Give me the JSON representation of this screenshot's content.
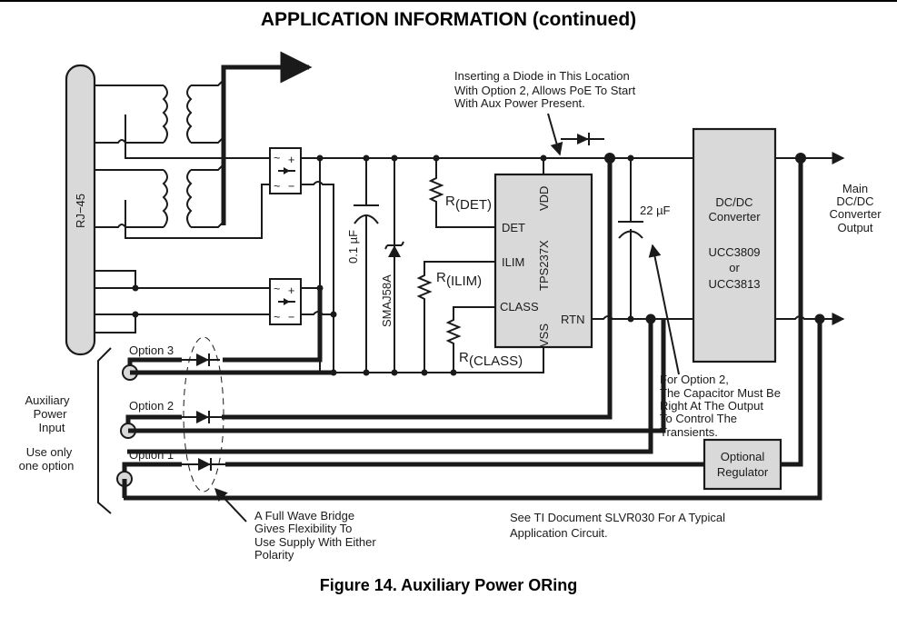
{
  "page": {
    "header": "APPLICATION INFORMATION (continued)",
    "caption": "Figure 14. Auxiliary Power ORing"
  },
  "diagram": {
    "connector": "RJ−45",
    "bridge_symbols": {
      "ac": "~",
      "plus": "+",
      "minus": "−"
    },
    "components": {
      "cap_input": "0.1 µF",
      "tvs": "SMAJ58A",
      "r_det": {
        "prefix": "R",
        "sub": "(DET)"
      },
      "r_ilim": {
        "prefix": "R",
        "sub": "(ILIM)"
      },
      "r_class": {
        "prefix": "R",
        "sub": "(CLASS)"
      },
      "cap_output": "22 µF"
    },
    "ic": {
      "name": "TPS237X",
      "pins": {
        "vdd": "VDD",
        "det": "DET",
        "ilim": "ILIM",
        "class": "CLASS",
        "vss": "VSS",
        "rtn": "RTN"
      }
    },
    "converter": {
      "line1": "DC/DC",
      "line2": "Converter",
      "line3": "UCC3809",
      "line4": "or",
      "line5": "UCC3813"
    },
    "output_label": [
      "Main",
      "DC/DC",
      "Converter",
      "Output"
    ],
    "regulator": [
      "Optional",
      "Regulator"
    ],
    "aux_input": {
      "label": [
        "Auxiliary",
        "Power",
        "Input"
      ],
      "note": [
        "Use only",
        "one option"
      ],
      "options": [
        "Option 3",
        "Option 2",
        "Option 1"
      ]
    },
    "annotations": {
      "diode_note": [
        "Inserting a Diode in This Location",
        "With Option 2, Allows PoE To Start",
        "With Aux Power Present."
      ],
      "cap_note": [
        "For Option 2,",
        "The Capacitor Must Be",
        "Right At The Output",
        "To Control The",
        "Transients."
      ],
      "bridge_note": [
        "A Full Wave Bridge",
        "Gives Flexibility To",
        "Use Supply With Either",
        "Polarity"
      ],
      "ref_note": [
        "See TI Document SLVR030 For A Typical",
        "Application Circuit."
      ]
    }
  }
}
